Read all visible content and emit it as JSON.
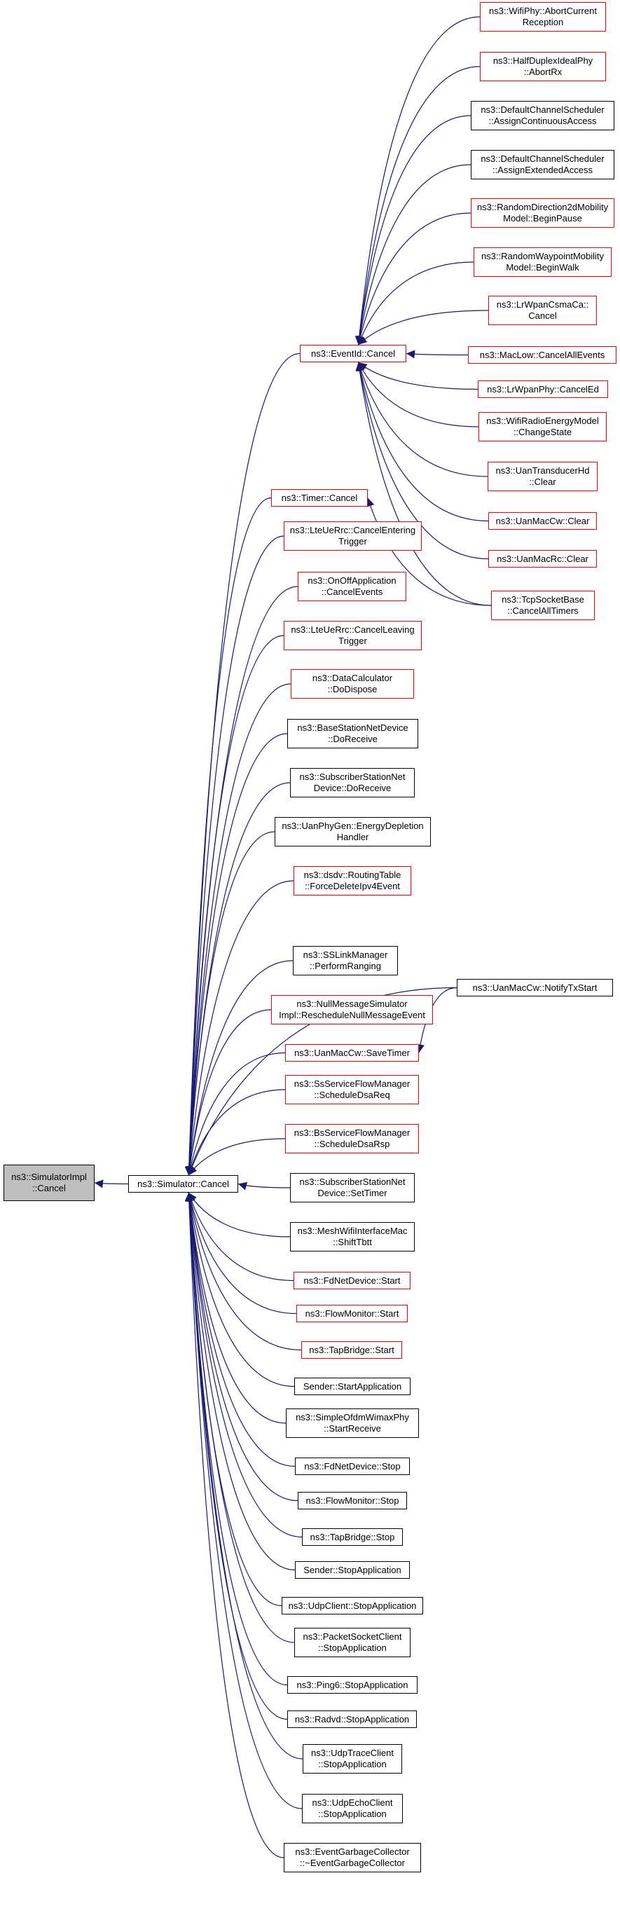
{
  "colors": {
    "edge": "#191970",
    "border_red": "#ff0000",
    "border_black": "#000000",
    "focus_fill": "#bfbfbf"
  },
  "nodes": [
    {
      "id": "n0",
      "lines": [
        "ns3::SimulatorImpl",
        "::Cancel"
      ],
      "style": "grey"
    },
    {
      "id": "n1",
      "lines": [
        "ns3::Simulator::Cancel"
      ],
      "style": "black"
    },
    {
      "id": "n2",
      "lines": [
        "ns3::EventId::Cancel"
      ],
      "style": "red"
    },
    {
      "id": "n3",
      "lines": [
        "ns3::Timer::Cancel"
      ],
      "style": "red"
    },
    {
      "id": "n4",
      "lines": [
        "ns3::LteUeRrc::CancelEntering",
        "Trigger"
      ],
      "style": "red"
    },
    {
      "id": "n5",
      "lines": [
        "ns3::OnOffApplication",
        "::CancelEvents"
      ],
      "style": "red"
    },
    {
      "id": "n6",
      "lines": [
        "ns3::LteUeRrc::CancelLeaving",
        "Trigger"
      ],
      "style": "red"
    },
    {
      "id": "n7",
      "lines": [
        "ns3::DataCalculator",
        "::DoDispose"
      ],
      "style": "red"
    },
    {
      "id": "n8",
      "lines": [
        "ns3::BaseStationNetDevice",
        "::DoReceive"
      ],
      "style": "black"
    },
    {
      "id": "n9",
      "lines": [
        "ns3::SubscriberStationNet",
        "Device::DoReceive"
      ],
      "style": "black"
    },
    {
      "id": "n10",
      "lines": [
        "ns3::UanPhyGen::EnergyDepletion",
        "Handler"
      ],
      "style": "black"
    },
    {
      "id": "n11",
      "lines": [
        "ns3::dsdv::RoutingTable",
        "::ForceDeleteIpv4Event"
      ],
      "style": "red"
    },
    {
      "id": "n12",
      "lines": [
        "ns3::SSLinkManager",
        "::PerformRanging"
      ],
      "style": "black"
    },
    {
      "id": "n13",
      "lines": [
        "ns3::NullMessageSimulator",
        "Impl::RescheduleNullMessageEvent"
      ],
      "style": "red"
    },
    {
      "id": "n14",
      "lines": [
        "ns3::UanMacCw::SaveTimer"
      ],
      "style": "red"
    },
    {
      "id": "n15",
      "lines": [
        "ns3::SsServiceFlowManager",
        "::ScheduleDsaReq"
      ],
      "style": "red"
    },
    {
      "id": "n16",
      "lines": [
        "ns3::BsServiceFlowManager",
        "::ScheduleDsaRsp"
      ],
      "style": "red"
    },
    {
      "id": "n17",
      "lines": [
        "ns3::SubscriberStationNet",
        "Device::SetTimer"
      ],
      "style": "black"
    },
    {
      "id": "n18",
      "lines": [
        "ns3::MeshWifiInterfaceMac",
        "::ShiftTbtt"
      ],
      "style": "black"
    },
    {
      "id": "n19",
      "lines": [
        "ns3::FdNetDevice::Start"
      ],
      "style": "red"
    },
    {
      "id": "n20",
      "lines": [
        "ns3::FlowMonitor::Start"
      ],
      "style": "red"
    },
    {
      "id": "n21",
      "lines": [
        "ns3::TapBridge::Start"
      ],
      "style": "red"
    },
    {
      "id": "n22",
      "lines": [
        "Sender::StartApplication"
      ],
      "style": "black"
    },
    {
      "id": "n23",
      "lines": [
        "ns3::SimpleOfdmWimaxPhy",
        "::StartReceive"
      ],
      "style": "black"
    },
    {
      "id": "n24",
      "lines": [
        "ns3::FdNetDevice::Stop"
      ],
      "style": "black"
    },
    {
      "id": "n25",
      "lines": [
        "ns3::FlowMonitor::Stop"
      ],
      "style": "black"
    },
    {
      "id": "n26",
      "lines": [
        "ns3::TapBridge::Stop"
      ],
      "style": "black"
    },
    {
      "id": "n27",
      "lines": [
        "Sender::StopApplication"
      ],
      "style": "black"
    },
    {
      "id": "n28",
      "lines": [
        "ns3::UdpClient::StopApplication"
      ],
      "style": "black"
    },
    {
      "id": "n29",
      "lines": [
        "ns3::PacketSocketClient",
        "::StopApplication"
      ],
      "style": "black"
    },
    {
      "id": "n30",
      "lines": [
        "ns3::Ping6::StopApplication"
      ],
      "style": "black"
    },
    {
      "id": "n31",
      "lines": [
        "ns3::Radvd::StopApplication"
      ],
      "style": "black"
    },
    {
      "id": "n32",
      "lines": [
        "ns3::UdpTraceClient",
        "::StopApplication"
      ],
      "style": "black"
    },
    {
      "id": "n33",
      "lines": [
        "ns3::UdpEchoClient",
        "::StopApplication"
      ],
      "style": "black"
    },
    {
      "id": "n34",
      "lines": [
        "ns3::EventGarbageCollector",
        "::~EventGarbageCollector"
      ],
      "style": "black"
    },
    {
      "id": "n35",
      "lines": [
        "ns3::WifiPhy::AbortCurrent",
        "Reception"
      ],
      "style": "red"
    },
    {
      "id": "n36",
      "lines": [
        "ns3::HalfDuplexIdealPhy",
        "::AbortRx"
      ],
      "style": "red"
    },
    {
      "id": "n37",
      "lines": [
        "ns3::DefaultChannelScheduler",
        "::AssignContinuousAccess"
      ],
      "style": "black"
    },
    {
      "id": "n38",
      "lines": [
        "ns3::DefaultChannelScheduler",
        "::AssignExtendedAccess"
      ],
      "style": "black"
    },
    {
      "id": "n39",
      "lines": [
        "ns3::RandomDirection2dMobility",
        "Model::BeginPause"
      ],
      "style": "red"
    },
    {
      "id": "n40",
      "lines": [
        "ns3::RandomWaypointMobility",
        "Model::BeginWalk"
      ],
      "style": "red"
    },
    {
      "id": "n41",
      "lines": [
        "ns3::LrWpanCsmaCa::",
        "Cancel"
      ],
      "style": "red"
    },
    {
      "id": "n42",
      "lines": [
        "ns3::MacLow::CancelAllEvents"
      ],
      "style": "red"
    },
    {
      "id": "n43",
      "lines": [
        "ns3::LrWpanPhy::CancelEd"
      ],
      "style": "red"
    },
    {
      "id": "n44",
      "lines": [
        "ns3::WifiRadioEnergyModel",
        "::ChangeState"
      ],
      "style": "red"
    },
    {
      "id": "n45",
      "lines": [
        "ns3::UanTransducerHd",
        "::Clear"
      ],
      "style": "red"
    },
    {
      "id": "n46",
      "lines": [
        "ns3::UanMacCw::Clear"
      ],
      "style": "red"
    },
    {
      "id": "n47",
      "lines": [
        "ns3::UanMacRc::Clear"
      ],
      "style": "red"
    },
    {
      "id": "n48",
      "lines": [
        "ns3::TcpSocketBase",
        "::CancelAllTimers"
      ],
      "style": "red"
    },
    {
      "id": "n49",
      "lines": [
        "ns3::UanMacCw::NotifyTxStart"
      ],
      "style": "black"
    }
  ]
}
